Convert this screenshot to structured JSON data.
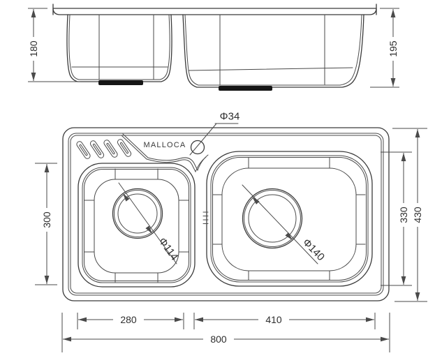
{
  "drawing": {
    "brand": "MALLOCA",
    "side_view": {
      "left_bowl_depth": "180",
      "right_bowl_depth": "195"
    },
    "plan_view": {
      "faucet_hole_diameter": "Φ34",
      "left_drain_diameter": "Φ114",
      "right_drain_diameter": "Φ140",
      "left_bowl_height": "300",
      "right_bowl_height": "330",
      "overall_depth": "430",
      "left_bowl_bottom_width": "280",
      "right_bowl_bottom_width": "410",
      "overall_width": "800"
    },
    "colors": {
      "background": "#ffffff",
      "line": "#3a3a3a",
      "dimension": "#4a4a4a",
      "text": "#2e2e2e",
      "drain_strip": "#161616"
    }
  }
}
